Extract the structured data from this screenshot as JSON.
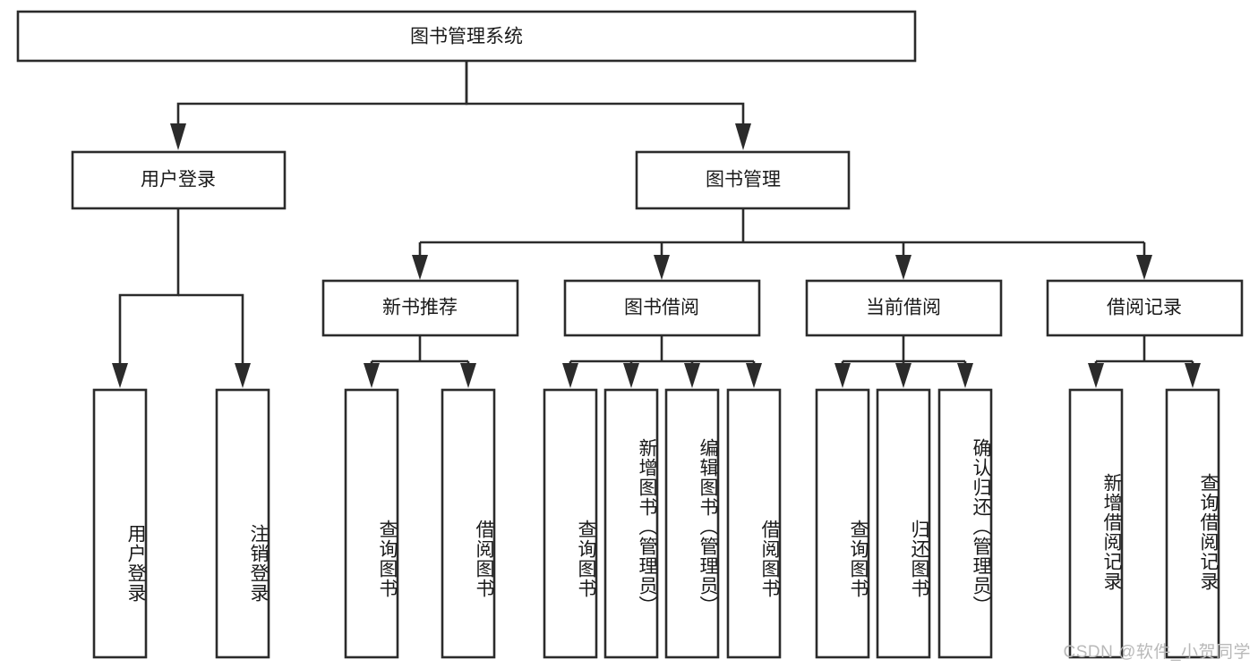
{
  "diagram": {
    "type": "tree-hierarchy",
    "title": "图书管理系统",
    "watermark": "CSDN @软件_小贺同学",
    "colors": {
      "box_stroke": "#2b2b2b",
      "box_fill": "#ffffff",
      "connector": "#2b2b2b",
      "text": "#1a1a1a",
      "watermark": "#b9b9b9",
      "background": "#ffffff"
    },
    "levels": {
      "root": {
        "label": "图书管理系统",
        "orientation": "horizontal"
      },
      "level2": [
        {
          "label": "用户登录",
          "orientation": "horizontal"
        },
        {
          "label": "图书管理",
          "orientation": "horizontal"
        }
      ],
      "level3": [
        {
          "label": "新书推荐",
          "orientation": "horizontal"
        },
        {
          "label": "图书借阅",
          "orientation": "horizontal"
        },
        {
          "label": "当前借阅",
          "orientation": "horizontal"
        },
        {
          "label": "借阅记录",
          "orientation": "horizontal"
        }
      ],
      "leaves": [
        {
          "label": "用户登录",
          "orientation": "vertical",
          "parent": "用户登录"
        },
        {
          "label": "注销登录",
          "orientation": "vertical",
          "parent": "用户登录"
        },
        {
          "label": "查询图书",
          "orientation": "vertical",
          "parent": "新书推荐"
        },
        {
          "label": "借阅图书",
          "orientation": "vertical",
          "parent": "新书推荐"
        },
        {
          "label": "查询图书",
          "orientation": "vertical",
          "parent": "图书借阅"
        },
        {
          "label": "新增图书（管理员）",
          "orientation": "vertical",
          "parent": "图书借阅"
        },
        {
          "label": "编辑图书（管理员）",
          "orientation": "vertical",
          "parent": "图书借阅"
        },
        {
          "label": "借阅图书",
          "orientation": "vertical",
          "parent": "图书借阅"
        },
        {
          "label": "查询图书",
          "orientation": "vertical",
          "parent": "当前借阅"
        },
        {
          "label": "归还图书",
          "orientation": "vertical",
          "parent": "当前借阅"
        },
        {
          "label": "确认归还（管理员）",
          "orientation": "vertical",
          "parent": "当前借阅"
        },
        {
          "label": "新增借阅记录",
          "orientation": "vertical",
          "parent": "借阅记录"
        },
        {
          "label": "查询借阅记录",
          "orientation": "vertical",
          "parent": "借阅记录"
        }
      ]
    }
  }
}
